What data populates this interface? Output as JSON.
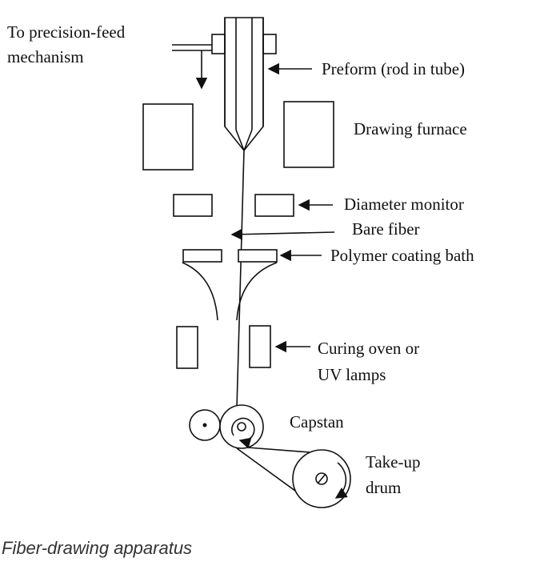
{
  "labels": {
    "feed_line1": "To precision-feed",
    "feed_line2": "mechanism",
    "preform": "Preform (rod in tube)",
    "furnace": "Drawing furnace",
    "diameter_monitor": "Diameter monitor",
    "bare_fiber": "Bare fiber",
    "coating_bath": "Polymer coating bath",
    "curing_line1": "Curing oven or",
    "curing_line2": "UV lamps",
    "capstan": "Capstan",
    "takeup_line1": "Take-up",
    "takeup_line2": "drum"
  },
  "caption": "Fiber-drawing apparatus"
}
